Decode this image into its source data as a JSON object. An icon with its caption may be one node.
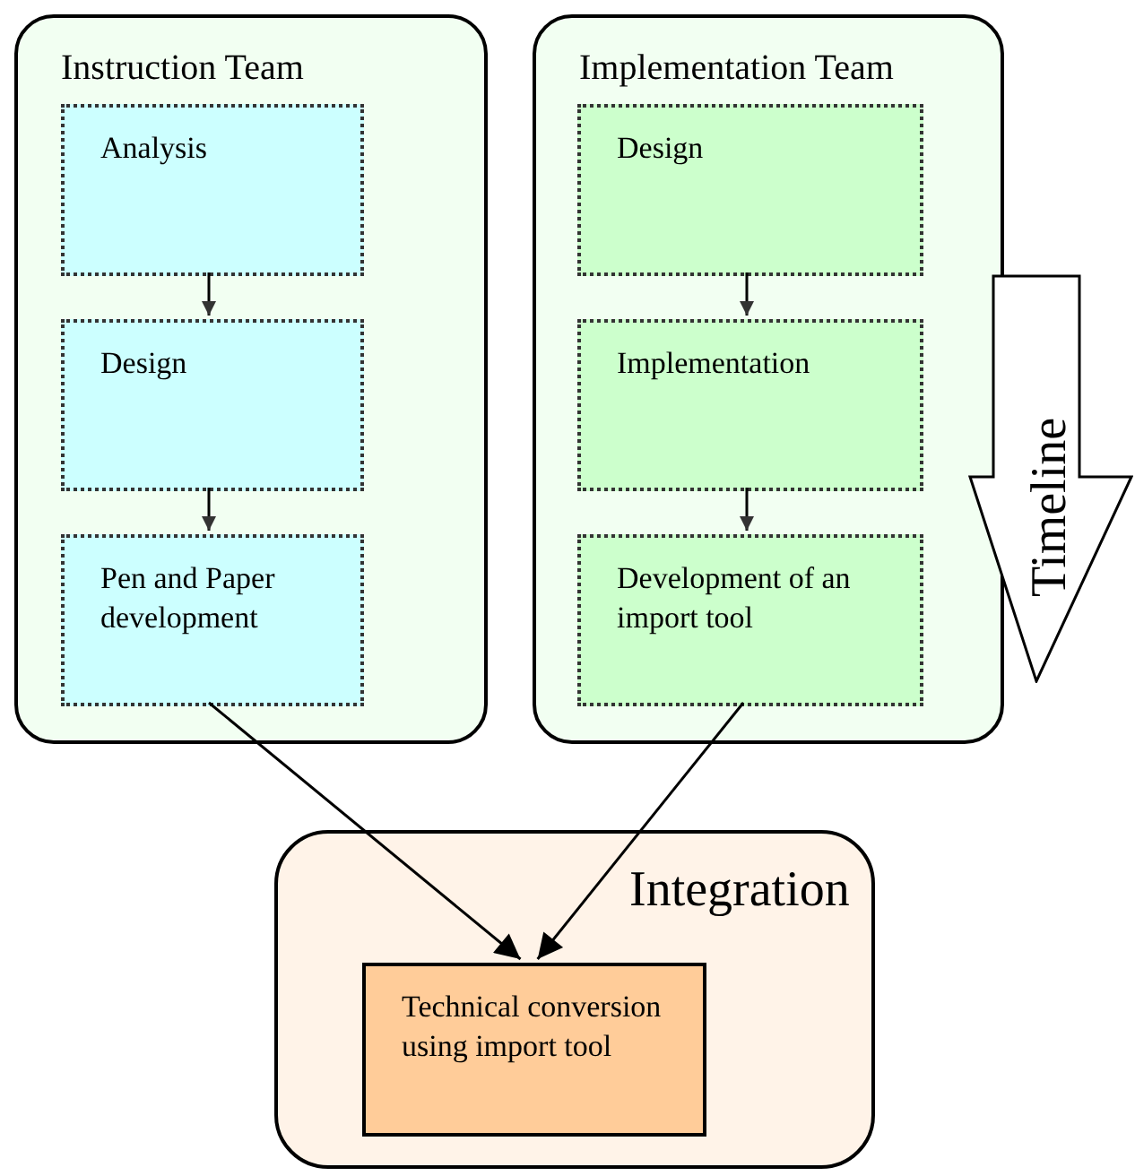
{
  "diagram": {
    "nodes": [
      {
        "text": [
          "Instruction Team"
        ]
      },
      {
        "text": [
          "Analysis"
        ],
        "in": 0
      },
      {
        "text": [
          "Design"
        ],
        "in": 0
      },
      {
        "text": [
          "Pen and Paper development"
        ],
        "in": 0
      },
      {
        "text": [
          "Implementation Team"
        ]
      },
      {
        "text": [
          "Design"
        ],
        "in": 4
      },
      {
        "text": [
          "Implementation"
        ],
        "in": 4
      },
      {
        "text": [
          "Development of an import tool"
        ],
        "in": 4
      },
      {
        "text": [
          "Integration"
        ]
      },
      {
        "text": [
          "Technical conversion using import tool"
        ],
        "in": 8
      },
      {
        "text": [
          "Timeline"
        ]
      }
    ],
    "edges": [
      {
        "from": 1,
        "to": 2,
        "arrow": "to"
      },
      {
        "from": 2,
        "to": 3,
        "arrow": "to"
      },
      {
        "from": 5,
        "to": 6,
        "arrow": "to"
      },
      {
        "from": 6,
        "to": 7,
        "arrow": "to"
      },
      {
        "from": 3,
        "to": 9,
        "arrow": "to"
      },
      {
        "from": 7,
        "to": 9,
        "arrow": "to"
      }
    ]
  }
}
